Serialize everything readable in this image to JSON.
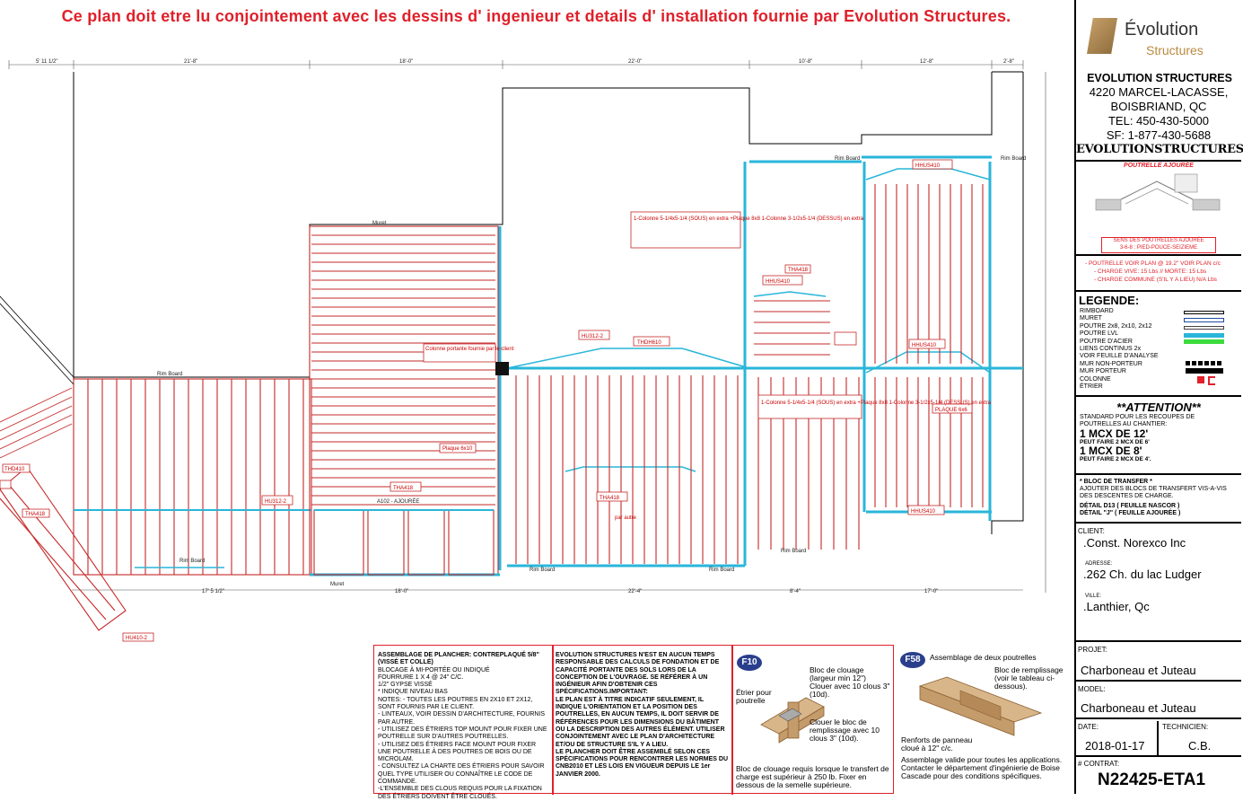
{
  "banner": "Ce plan doit etre lu conjointement avec les dessins d' ingenieur et details d' installation  fournie par Evolution Structures.",
  "company": {
    "logo_line1": "Évolution",
    "logo_line2": "Structures",
    "name": "EVOLUTION STRUCTURES",
    "address1": "4220 MARCEL-LACASSE,",
    "address2": "BOISBRIAND, QC",
    "tel": "TEL: 450-430-5000",
    "sf": "SF: 1-877-430-5688",
    "web": "EVOLUTIONSTRUCTURES.CA"
  },
  "joist_detail": {
    "title": "POUTRELLE AJOURÉE",
    "caption1": "SENS DES POUTRELLES AJOURÉE",
    "caption2": "3-6-8 : PIED-POUCE-SEIZIEME"
  },
  "loads": {
    "line1": "- POUTRELLE VOIR PLAN @ 19.2\" VOIR PLAN c/c",
    "line2": "- CHARGE VIVE: 15 Lbs // MORTE: 15 Lbs",
    "line3": "- CHARGE COMMUNE (S'IL Y A LIEU) N/A Lbs"
  },
  "legend": {
    "title": "LEGENDE:",
    "items": [
      {
        "label": "RIMBOARD",
        "swatch": "rimboard"
      },
      {
        "label": "MURET",
        "swatch": "muret"
      },
      {
        "label": "POUTRE 2x8, 2x10, 2x12",
        "swatch": "poutre"
      },
      {
        "label": "POUTRE LVL",
        "swatch": "lvl"
      },
      {
        "label": "POUTRE D'ACIER",
        "swatch": "acier"
      },
      {
        "label": "LIENS CONTINUS 2x",
        "swatch": "none"
      },
      {
        "label": "VOIR FEUILLE D'ANALYSE",
        "swatch": "none"
      },
      {
        "label": "MUR NON-PORTEUR",
        "swatch": "nonporteur"
      },
      {
        "label": "MUR PORTEUR",
        "swatch": "porteur"
      },
      {
        "label": "COLONNE",
        "swatch": "colonne"
      },
      {
        "label": "ÉTRIER",
        "swatch": "etrier"
      }
    ]
  },
  "attention": {
    "title": "**ATTENTION**",
    "text": "STANDARD POUR LES RECOUPES DE POUTRELLES AU CHANTIER:",
    "big1": "1 MCX DE 12'",
    "small1": "PEUT FAIRE 2 MCX DE 6'",
    "big2": "1 MCX DE 8'",
    "small2": "PEUT FAIRE 2 MCX DE 4'."
  },
  "transfer": {
    "title": "* BLOC DE TRANSFER *",
    "text": "AJOUTER DES BLOCS DE TRANSFERT VIS-A-VIS DES DESCENTES DE CHARGE.",
    "detail1": "DÉTAIL D13 ( FEUILLE NASCOR )",
    "detail2": "DÉTAIL \"J\" ( FEUILLE AJOURÉE )"
  },
  "client": {
    "client_label": "CLIENT:",
    "client": ".Const. Norexco Inc",
    "address_label": "ADRESSE:",
    "address": ".262 Ch. du lac Ludger",
    "city_label": "VILLE:",
    "city": ".Lanthier, Qc"
  },
  "project": {
    "label": "PROJET:",
    "value": "Charboneau et Juteau"
  },
  "model": {
    "label": "MODEL:",
    "value": "Charboneau et Juteau"
  },
  "date": {
    "label": "DATE:",
    "value": "2018-01-17"
  },
  "tech": {
    "label": "TECHNICIEN:",
    "value": "C.B."
  },
  "contract": {
    "label": "# CONTRAT:",
    "value": "N22425-ETA1"
  },
  "notes1": {
    "title": "ASSEMBLAGE DE PLANCHER: CONTREPLAQUÉ 5/8\" (VISSÉ ET COLLÉ)",
    "lines": [
      "BLOCAGE À MI-PORTÉE OU INDIQUÉ",
      "FOURRURE 1 X 4 @ 24\" C/C.",
      "1/2\" GYPSE VISSÉ",
      "* INDIQUE NIVEAU BAS",
      "NOTES: - TOUTES LES POUTRES EN 2X10 ET 2X12, SONT FOURNIS PAR LE CLIENT.",
      "- LINTEAUX, VOIR DESSIN D'ARCHITECTURE, FOURNIS PAR AUTRE.",
      "- UTILISEZ DES ÉTRIERS TOP MOUNT POUR FIXER UNE POUTRELLE SUR D'AUTRES POUTRELLES.",
      "- UTILISEZ DES ÉTRIERS FACE MOUNT POUR FIXER UNE POUTRELLE À DES POUTRES DE BOIS OU DE MICROLAM.",
      "- CONSULTEZ LA CHARTE DES ÉTRIERS POUR SAVOIR QUEL TYPE UTILISER OU CONNAÎTRE LE CODE DE COMMANDE.",
      "-L'ENSEMBLE DES CLOUS REQUIS POUR LA FIXATION DES ÉTRIERS DOIVENT ÊTRE CLOUÉS."
    ]
  },
  "notes2": {
    "lines": [
      "EVOLUTION STRUCTURES N'EST EN AUCUN TEMPS RESPONSABLE DES CALCULS DE FONDATION ET DE CAPACITÉ PORTANTE DES SOLS LORS DE LA CONCEPTION DE L'OUVRAGE. SE RÉFÉRER À UN INGÉNIEUR AFIN D'OBTENIR CES SPÉCIFICATIONS.IMPORTANT:",
      "LE PLAN EST À TITRE INDICATIF SEULEMENT, IL INDIQUE L'ORIENTATION ET LA POSITION DES POUTRELLES, EN AUCUN TEMPS, IL DOIT SERVIR DE RÉFÉRENCES POUR LES DIMENSIONS DU BÂTIMENT OU LA DESCRIPTION DES AUTRES ÉLÉMENT. UTILISER CONJOINTEMENT AVEC LE PLAN D'ARCHITECTURE ET/OU DE STRUCTURE S'IL Y A LIEU.",
      "LE PLANCHER DOIT ÊTRE ASSEMBLÉ SELON CES SPÉCIFICATIONS POUR RENCONTRER LES NORMES DU CNB2010 ET LES LOIS EN VIGUEUR DEPUIS LE 1er JANVIER 2000."
    ]
  },
  "f10": {
    "tag": "F10",
    "bloc": "Bloc de clouage (largeur min 12\") Clouer avec 10 clous 3\" (10d).",
    "etrier": "Étrier pour poutrelle",
    "clouer": "Clouer le bloc de remplissage avec 10 clous 3\" (10d).",
    "caption": "Bloc de clouage requis lorsque le transfert de charge est supérieur à 250 lb.  Fixer en dessous de la semelle supérieure."
  },
  "f58": {
    "tag": "F58",
    "title": "Assemblage de deux poutrelles",
    "bloc": "Bloc de remplissage (voir le tableau ci-dessous).",
    "renforts": "Renforts de panneau cloué à 12\" c/c.",
    "caption": "Assemblage valide pour toutes les applications.  Contacter le département d'ingénierie de Boise Cascade pour des conditions spécifiques."
  },
  "plan_labels": {
    "hhus410_top": "HHUS410",
    "hhus410_mid": "HHUS410",
    "hhus410_right": "HHUS410",
    "hhus410_bot": "HHUS410",
    "tha418_a": "THA418",
    "tha418_b": "THA418",
    "tha418_c": "THA418",
    "tha418_d": "THA418",
    "thdh610": "THDH610",
    "hu312": "HU312-2",
    "hu312b": "HU312-2",
    "hu410": "HU410-2",
    "thd410": "THD410",
    "tha_small": "THA418",
    "plaque": "PLAQUE 6x6",
    "plaque2": "Plaque 6x10",
    "colonne": "Colonne portante fournie par le client",
    "colonne_note": "1-Colonne 5-1/4x5-1/4 (SOUS) en extra\n+Plaque 8x8\n1-Colonne 3-1/2x5-1/4 (DESSUS) en extra",
    "muret": "Muret",
    "rim": "Rim Board",
    "par_autre": "par autre",
    "ajouree": "A102 - AJOURÉE"
  }
}
